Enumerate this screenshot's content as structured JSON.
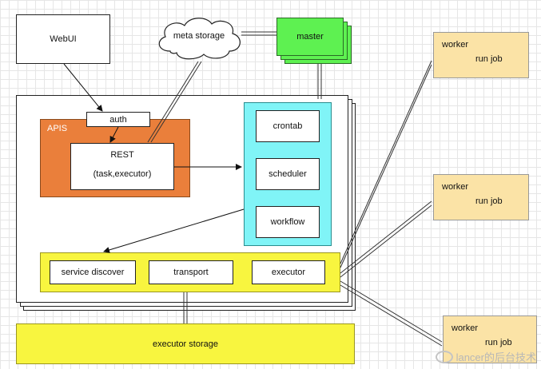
{
  "webui": "WebUI",
  "meta_storage": "meta storage",
  "master": "master",
  "apis": "APIS",
  "auth": "auth",
  "rest_title": "REST",
  "rest_sub": "(task,executor)",
  "scheduler_group": [
    "crontab",
    "scheduler",
    "workflow"
  ],
  "node_services": [
    "service discover",
    "transport",
    "executor"
  ],
  "executor_storage": "executor storage",
  "workers": [
    {
      "title": "worker",
      "job": "run job"
    },
    {
      "title": "worker",
      "job": "run job"
    },
    {
      "title": "worker",
      "job": "run job"
    }
  ],
  "watermark": "lancer的后台技术",
  "colors": {
    "apis": "#ea7f3b",
    "scheduler_panel": "#80f4f7",
    "services_panel": "#f8f53f",
    "storage": "#f8f53f",
    "master": "#5ef151",
    "worker": "#fbe3a6"
  }
}
